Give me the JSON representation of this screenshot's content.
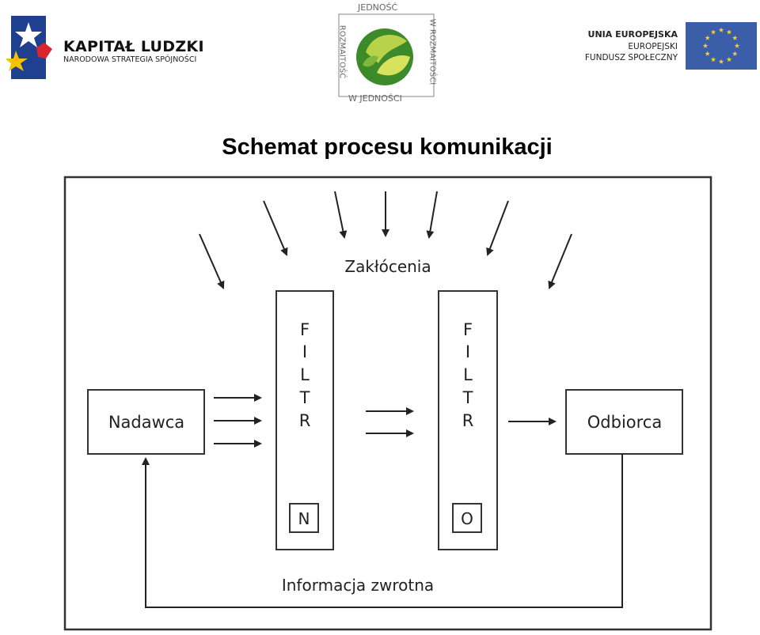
{
  "header": {
    "kapital_ludzki": {
      "title": "KAPITAŁ LUDZKI",
      "subtitle": "NARODOWA STRATEGIA SPÓJNOŚCI"
    },
    "center_logo": {
      "top": "JEDNOŚĆ",
      "right": "W ROZMAITOŚCI",
      "bottom": "W JEDNOŚCI",
      "left": "ROZMAITOŚĆ"
    },
    "eu": {
      "name": "UNIA EUROPEJSKA",
      "fund_line1": "EUROPEJSKI",
      "fund_line2": "FUNDUSZ SPOŁECZNY",
      "flag_color": "#3a5fa8",
      "star_color": "#f6d417"
    }
  },
  "title": "Schemat procesu komunikacji",
  "diagram": {
    "noise_label": "Zakłócenia",
    "sender": "Nadawca",
    "receiver": "Odbiorca",
    "feedback": "Informacja zwrotna",
    "filter_letters": [
      "F",
      "I",
      "L",
      "T",
      "R"
    ],
    "sender_filter_tag": "N",
    "receiver_filter_tag": "O"
  }
}
